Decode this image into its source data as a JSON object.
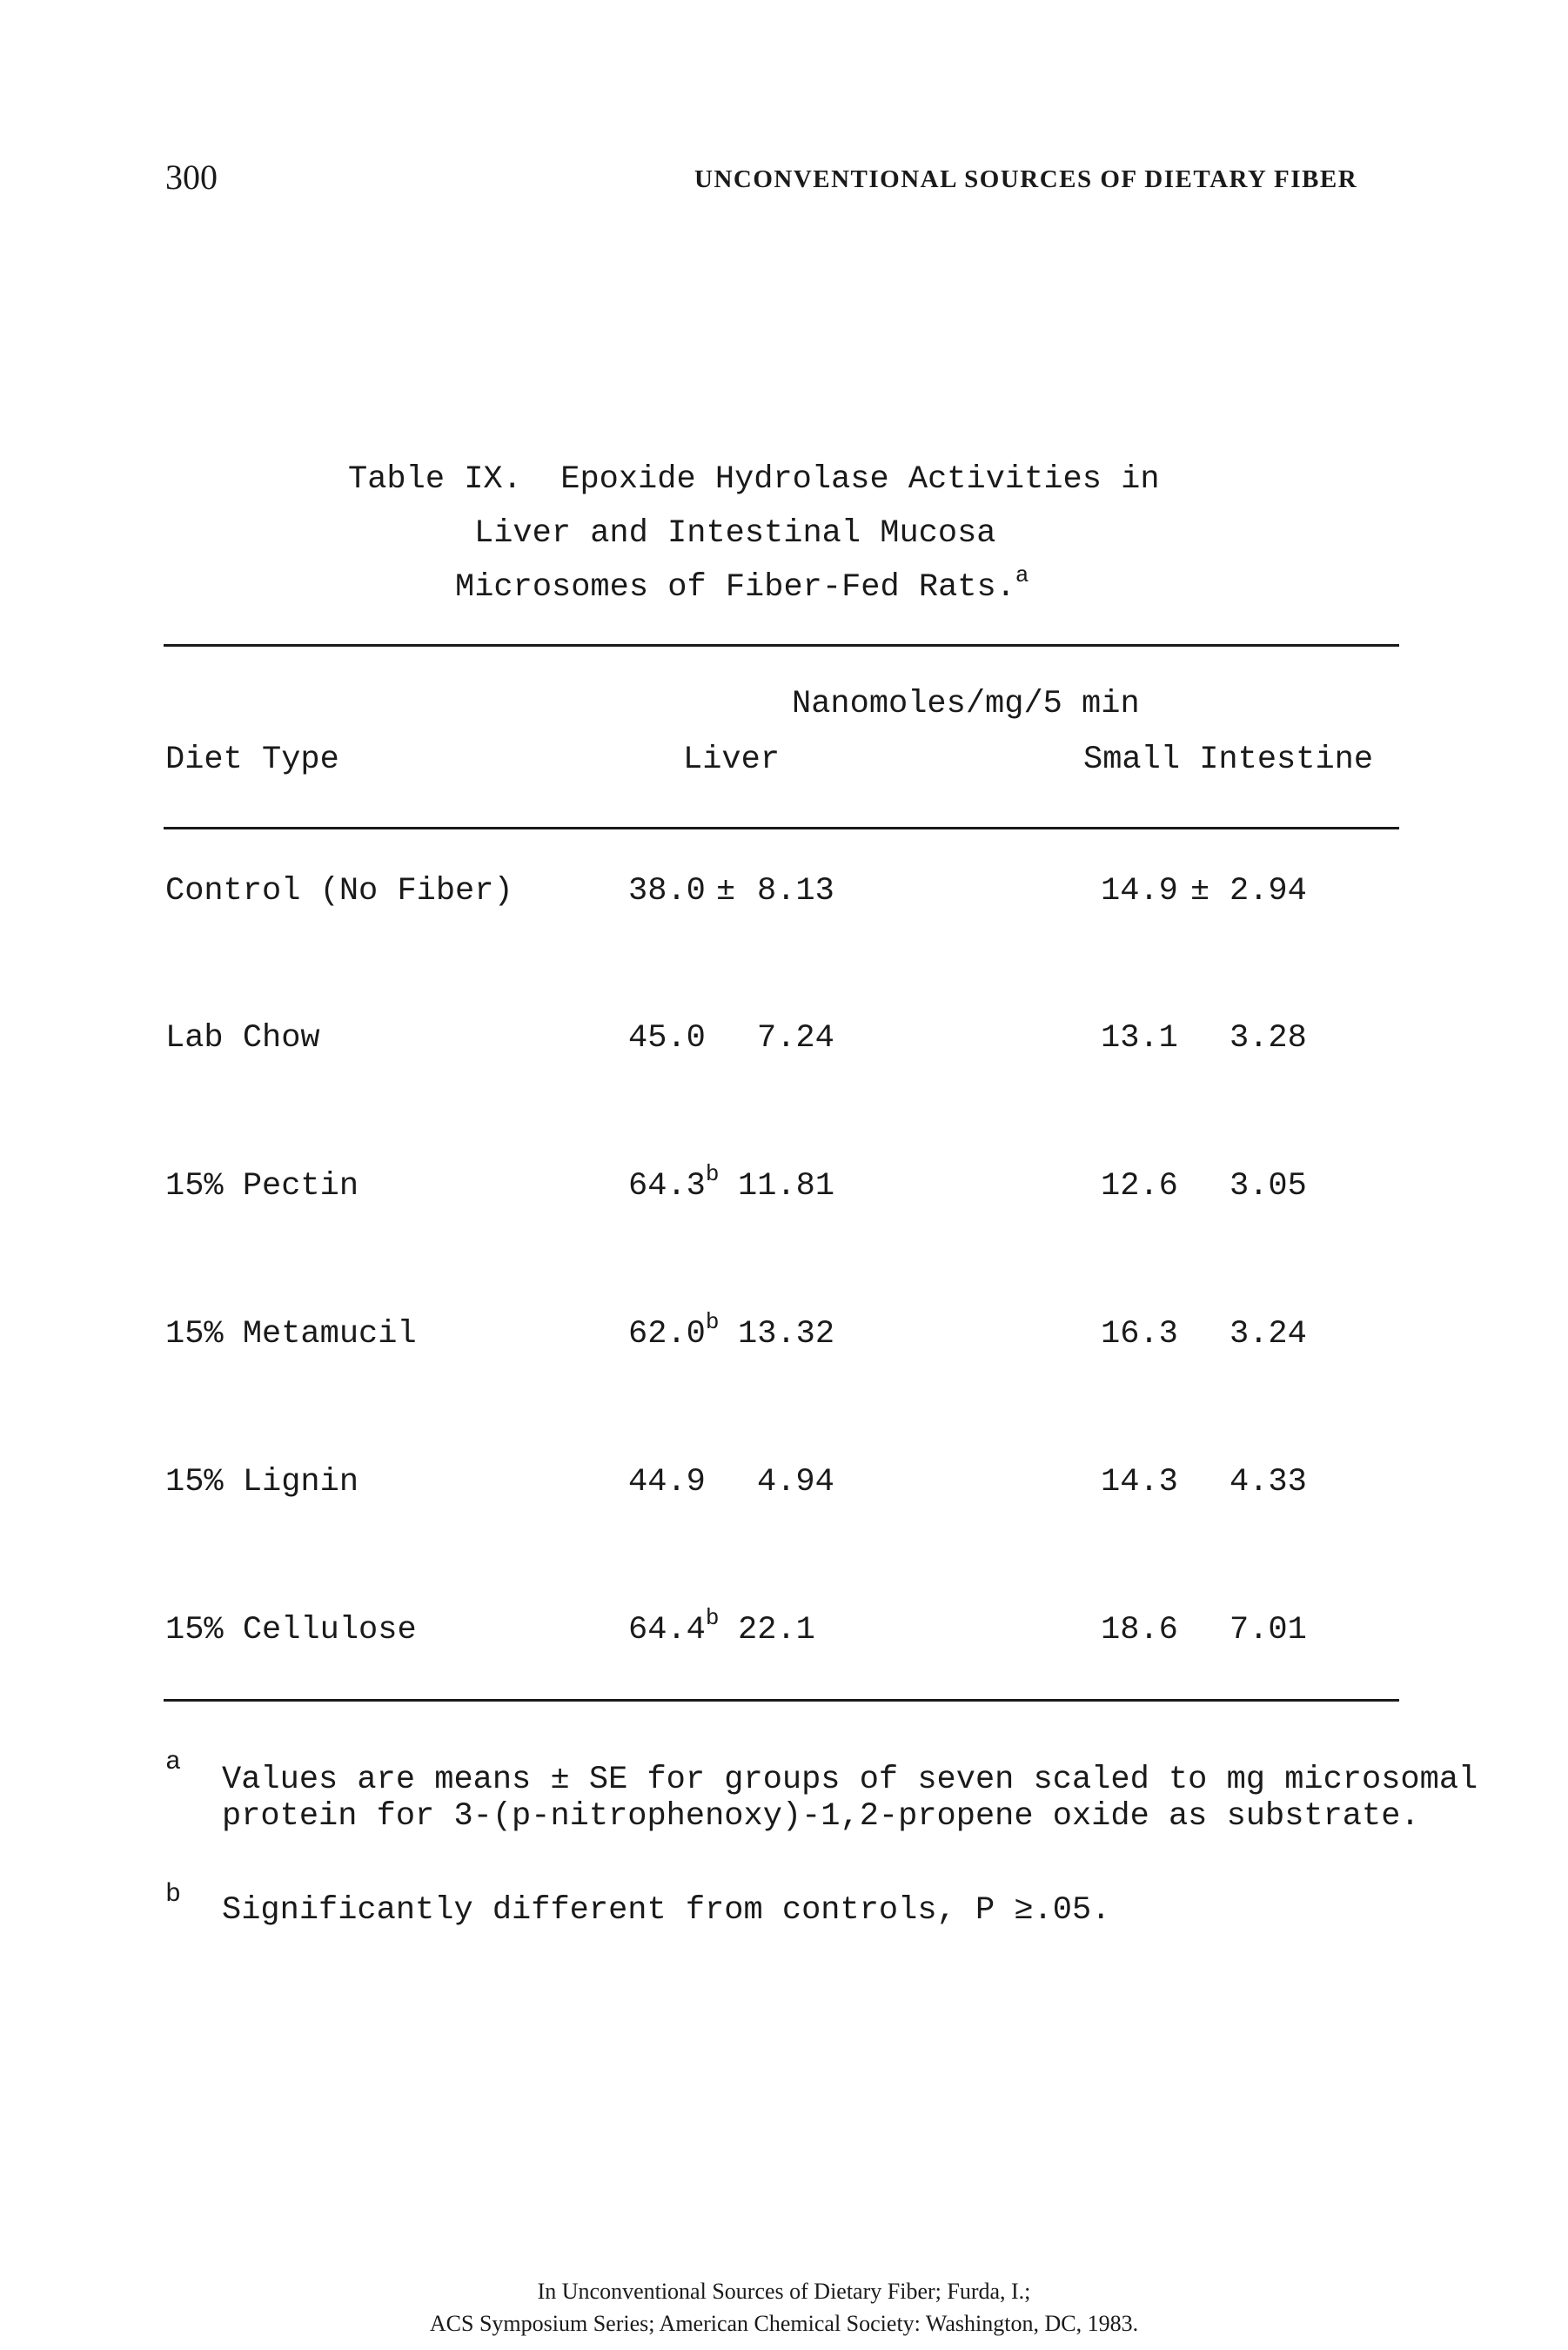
{
  "header": {
    "page_number": "300",
    "running_head": "UNCONVENTIONAL SOURCES OF DIETARY FIBER"
  },
  "table": {
    "title_line1": "Table IX.  Epoxide Hydrolase Activities in",
    "title_line2": "Liver and Intestinal Mucosa",
    "title_line3": "Microsomes of Fiber-Fed Rats.",
    "title_marker": "a",
    "unit_header": "Nanomoles/mg/5 min",
    "col_diet": "Diet Type",
    "col_liver": "Liver",
    "col_intestine": "Small Intestine",
    "rows": [
      {
        "diet": "Control (No Fiber)",
        "liver_mean": "38.0",
        "liver_mark": "",
        "liver_sep": "±",
        "liver_se": "8.13",
        "int_mean": "14.9",
        "int_sep": "±",
        "int_se": "2.94"
      },
      {
        "diet": "Lab Chow",
        "liver_mean": "45.0",
        "liver_mark": "",
        "liver_sep": "",
        "liver_se": "7.24",
        "int_mean": "13.1",
        "int_sep": "",
        "int_se": "3.28"
      },
      {
        "diet": "15% Pectin",
        "liver_mean": "64.3",
        "liver_mark": "b",
        "liver_sep": "",
        "liver_se": "11.81",
        "int_mean": "12.6",
        "int_sep": "",
        "int_se": "3.05"
      },
      {
        "diet": "15% Metamucil",
        "liver_mean": "62.0",
        "liver_mark": "b",
        "liver_sep": "",
        "liver_se": "13.32",
        "int_mean": "16.3",
        "int_sep": "",
        "int_se": "3.24"
      },
      {
        "diet": "15% Lignin",
        "liver_mean": "44.9",
        "liver_mark": "",
        "liver_sep": "",
        "liver_se": "4.94",
        "int_mean": "14.3",
        "int_sep": "",
        "int_se": "4.33"
      },
      {
        "diet": "15% Cellulose",
        "liver_mean": "64.4",
        "liver_mark": "b",
        "liver_sep": "",
        "liver_se": "22.1",
        "int_mean": "18.6",
        "int_sep": "",
        "int_se": "7.01"
      }
    ]
  },
  "footnotes": {
    "a_mark": "a",
    "a_line1": "Values are means ± SE for groups of seven scaled to mg microsomal",
    "a_line2": "protein for 3-(p-nitrophenoxy)-1,2-propene oxide as substrate.",
    "b_mark": "b",
    "b_line1": "Significantly different from controls, P ≥.05."
  },
  "citation": {
    "line1": "In Unconventional Sources of Dietary Fiber; Furda, I.;",
    "line2": "ACS Symposium Series; American Chemical Society: Washington, DC, 1983."
  }
}
